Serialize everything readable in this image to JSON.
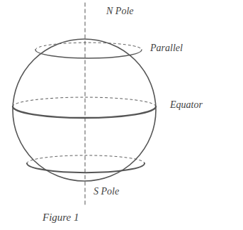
{
  "diagram": {
    "caption": "Figure 1",
    "labels": [
      "N Pole",
      "Parallel",
      "Equator",
      "S Pole"
    ]
  }
}
